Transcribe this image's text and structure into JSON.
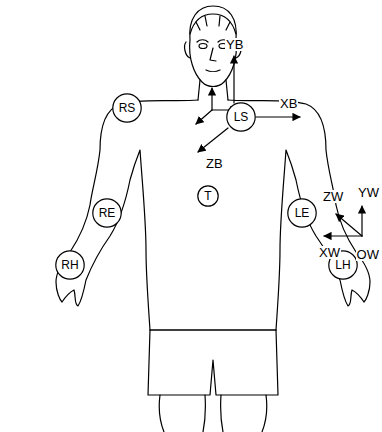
{
  "diagram": {
    "nodes": [
      {
        "text": [
          "RS"
        ]
      },
      {
        "text": [
          "LS"
        ]
      },
      {
        "text": [
          "RE"
        ]
      },
      {
        "text": [
          "T"
        ]
      },
      {
        "text": [
          "LE"
        ]
      },
      {
        "text": [
          "RH"
        ]
      },
      {
        "text": [
          "LH"
        ]
      }
    ],
    "labels": [
      "YB",
      "XB",
      "ZB",
      "ZW",
      "YW",
      "XW",
      "OW"
    ]
  }
}
